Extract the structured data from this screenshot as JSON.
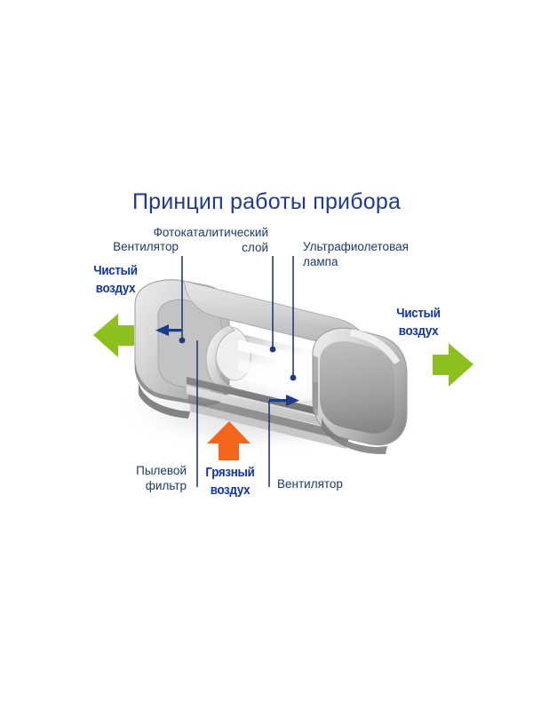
{
  "meta": {
    "language": "ru",
    "subject": "air-purifier-operating-principle-diagram"
  },
  "title": "Принцип работы прибора",
  "colors": {
    "title_blue": "#1F3A93",
    "label_blue": "#1B3B6F",
    "bold_blue": "#1034A6",
    "clean_air_arrow_green": "#8DC01E",
    "dirty_air_arrow_orange": "#F4661B",
    "leader_line_blue": "#1F3A7A",
    "internal_arrow_blue": "#1A3C8C",
    "body_light_gray": "#D8D8D8",
    "body_mid_gray": "#B4B4B4",
    "body_dark_gray": "#8C8C8C",
    "lamp_glow_white": "#FFFFFF",
    "background": "#FFFFFF"
  },
  "callouts": {
    "fan_top": "Вентилятор",
    "photocatalytic_layer_line1": "Фотокаталитический",
    "photocatalytic_layer_line2": "слой",
    "uv_lamp_line1": "Ультрафиолетовая",
    "uv_lamp_line2": "лампа",
    "dust_filter_line1": "Пылевой",
    "dust_filter_line2": "фильтр",
    "fan_bottom": "Вентилятор"
  },
  "flows": {
    "clean_air_left": {
      "line1": "Чистый",
      "line2": "воздух",
      "direction": "left",
      "arrow_color": "#8DC01E"
    },
    "clean_air_right": {
      "line1": "Чистый",
      "line2": "воздух",
      "direction": "right",
      "arrow_color": "#8DC01E"
    },
    "dirty_air_bottom": {
      "line1": "Грязный",
      "line2": "воздух",
      "direction": "up",
      "arrow_color": "#F4661B"
    }
  },
  "internal_arrows": {
    "left_outflow": "arrow-left",
    "right_outflow": "arrow-right"
  }
}
